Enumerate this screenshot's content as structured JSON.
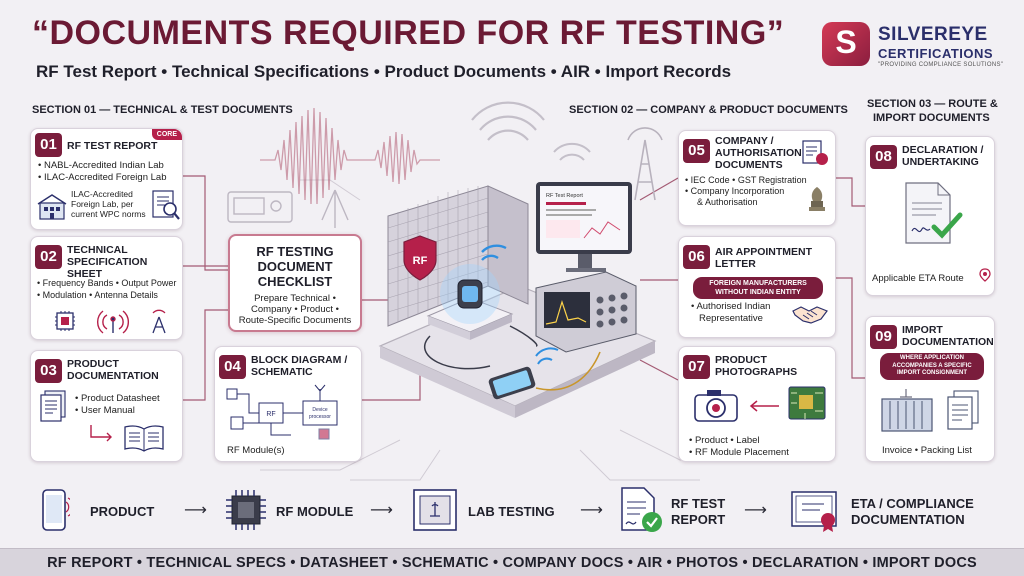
{
  "header": {
    "title": "“DOCUMENTS REQUIRED FOR RF TESTING”",
    "subtitle": "RF Test Report • Technical Specifications • Product Documents • AIR • Import Records"
  },
  "logo": {
    "name": "SILVEREYE",
    "sub": "CERTIFICATIONS",
    "tagline": "\"PROVIDING COMPLIANCE SOLUTIONS\""
  },
  "sections": {
    "s1": "SECTION 01 — TECHNICAL & TEST DOCUMENTS",
    "s2": "SECTION 02 — COMPANY & PRODUCT DOCUMENTS",
    "s3_line1": "SECTION 03 — ROUTE &",
    "s3_line2": "IMPORT DOCUMENTS"
  },
  "cards": {
    "c01": {
      "num": "01",
      "title": "RF TEST REPORT",
      "tag": "CORE",
      "items": [
        "• NABL-Accredited Indian Lab",
        "• ILAC-Accredited Foreign Lab"
      ],
      "note": [
        "ILAC-Accredited",
        "Foreign Lab, per",
        "current WPC norms"
      ]
    },
    "c02": {
      "num": "02",
      "title_lines": [
        "TECHNICAL",
        "SPECIFICATION SHEET"
      ],
      "items": [
        "• Frequency Bands • Output Power",
        "• Modulation • Antenna Details"
      ]
    },
    "c03": {
      "num": "03",
      "title_lines": [
        "PRODUCT",
        "DOCUMENTATION"
      ],
      "items": [
        "• Product Datasheet",
        "• User Manual"
      ]
    },
    "c04": {
      "num": "04",
      "title_lines": [
        "BLOCK DIAGRAM /",
        "SCHEMATIC"
      ],
      "caption": "RF Module(s)",
      "rf_label": "RF",
      "device_label": [
        "Device",
        "processor"
      ]
    },
    "c05": {
      "num": "05",
      "title_lines": [
        "COMPANY /",
        "AUTHORISATION",
        "DOCUMENTS"
      ],
      "items": [
        "• IEC Code • GST Registration",
        "• Company Incorporation",
        "& Authorisation"
      ]
    },
    "c06": {
      "num": "06",
      "title_lines": [
        "AIR APPOINTMENT",
        "LETTER"
      ],
      "badge": [
        "FOREIGN MANUFACTURERS",
        "WITHOUT INDIAN ENTITY"
      ],
      "items": [
        "• Authorised Indian",
        "Representative"
      ]
    },
    "c07": {
      "num": "07",
      "title_lines": [
        "PRODUCT",
        "PHOTOGRAPHS"
      ],
      "items": [
        "• Product • Label",
        "• RF Module Placement"
      ]
    },
    "c08": {
      "num": "08",
      "title_lines": [
        "DECLARATION /",
        "UNDERTAKING"
      ],
      "caption": "Applicable ETA Route"
    },
    "c09": {
      "num": "09",
      "title_lines": [
        "IMPORT",
        "DOCUMENTATION"
      ],
      "badge": [
        "WHERE APPLICATION",
        "ACCOMPANIES A SPECIFIC",
        "IMPORT CONSIGNMENT"
      ],
      "caption": "Invoice • Packing List"
    }
  },
  "checklist": {
    "title_lines": [
      "RF TESTING",
      "DOCUMENT",
      "CHECKLIST"
    ],
    "sub_lines": [
      "Prepare Technical •",
      "Company • Product •",
      "Route-Specific Documents"
    ]
  },
  "illustration": {
    "rf_shield": "RF",
    "monitor_title": "RF Test Report"
  },
  "flow": {
    "steps": [
      {
        "label": [
          "PRODUCT"
        ]
      },
      {
        "label": [
          "RF MODULE"
        ]
      },
      {
        "label": [
          "LAB TESTING"
        ]
      },
      {
        "label": [
          "RF TEST",
          "REPORT"
        ]
      },
      {
        "label": [
          "ETA / COMPLIANCE",
          "DOCUMENTATION"
        ]
      }
    ],
    "arrow": "⟶"
  },
  "footer": "RF REPORT • TECHNICAL SPECS • DATASHEET • SCHEMATIC • COMPANY DOCS • AIR • PHOTOS • DECLARATION • IMPORT DOCS",
  "colors": {
    "maroon": "#7a1d3c",
    "accent_pink": "#b5204a",
    "navy": "#2b2f6b",
    "background": "#f2f0f4",
    "check_green": "#3aa64a",
    "wifi_blue": "#2f8fe0"
  }
}
